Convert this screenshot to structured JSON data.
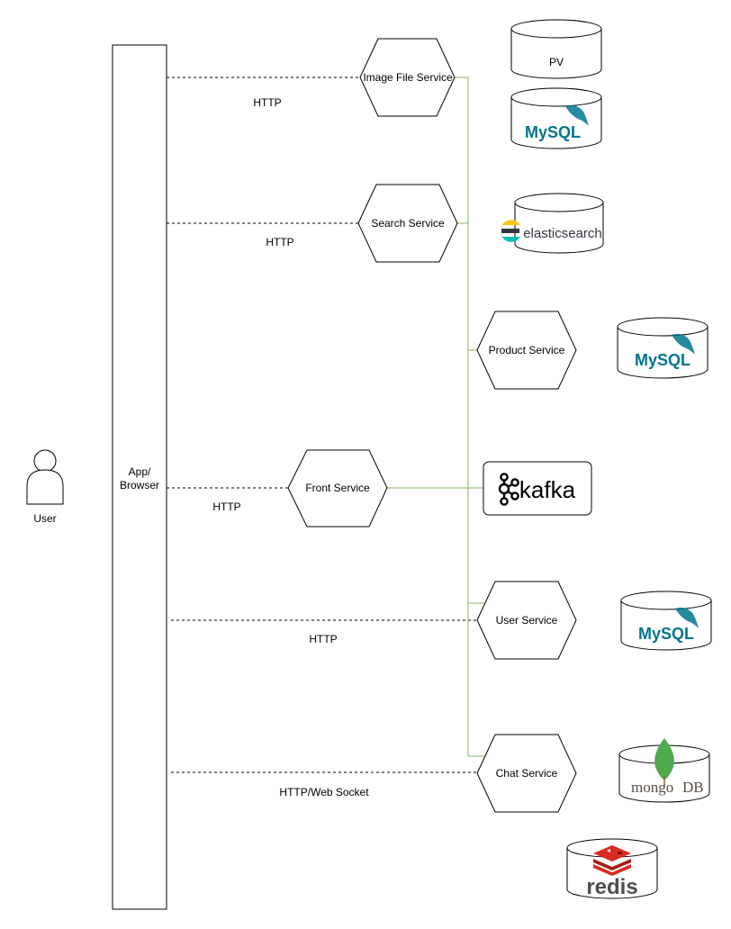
{
  "actor": {
    "label": "User"
  },
  "client": {
    "label_line1": "App/",
    "label_line2": "Browser"
  },
  "services": {
    "image_file": "Image File Service",
    "search": "Search Service",
    "product": "Product Service",
    "front": "Front Service",
    "user": "User Service",
    "chat": "Chat Service"
  },
  "connections": {
    "image_file": "HTTP",
    "search": "HTTP",
    "front": "HTTP",
    "user": "HTTP",
    "chat": "HTTP/Web Socket"
  },
  "stores": {
    "pv": "PV",
    "mysql_image": "MySQL",
    "elasticsearch": "elasticsearch",
    "mysql_product": "MySQL",
    "kafka": "kafka",
    "mysql_user": "MySQL",
    "mongodb_left": "mongo",
    "mongodb_right": "DB",
    "redis": "redis"
  },
  "colors": {
    "connector_green": "#82b366",
    "mysql_blue": "#00758f",
    "mysql_orange": "#f29111",
    "mongo_green": "#4fa94d",
    "redis_red": "#d82c20",
    "elastic_yellow": "#fec514",
    "elastic_teal": "#00bfb3",
    "elastic_blue": "#1ba9f5"
  }
}
